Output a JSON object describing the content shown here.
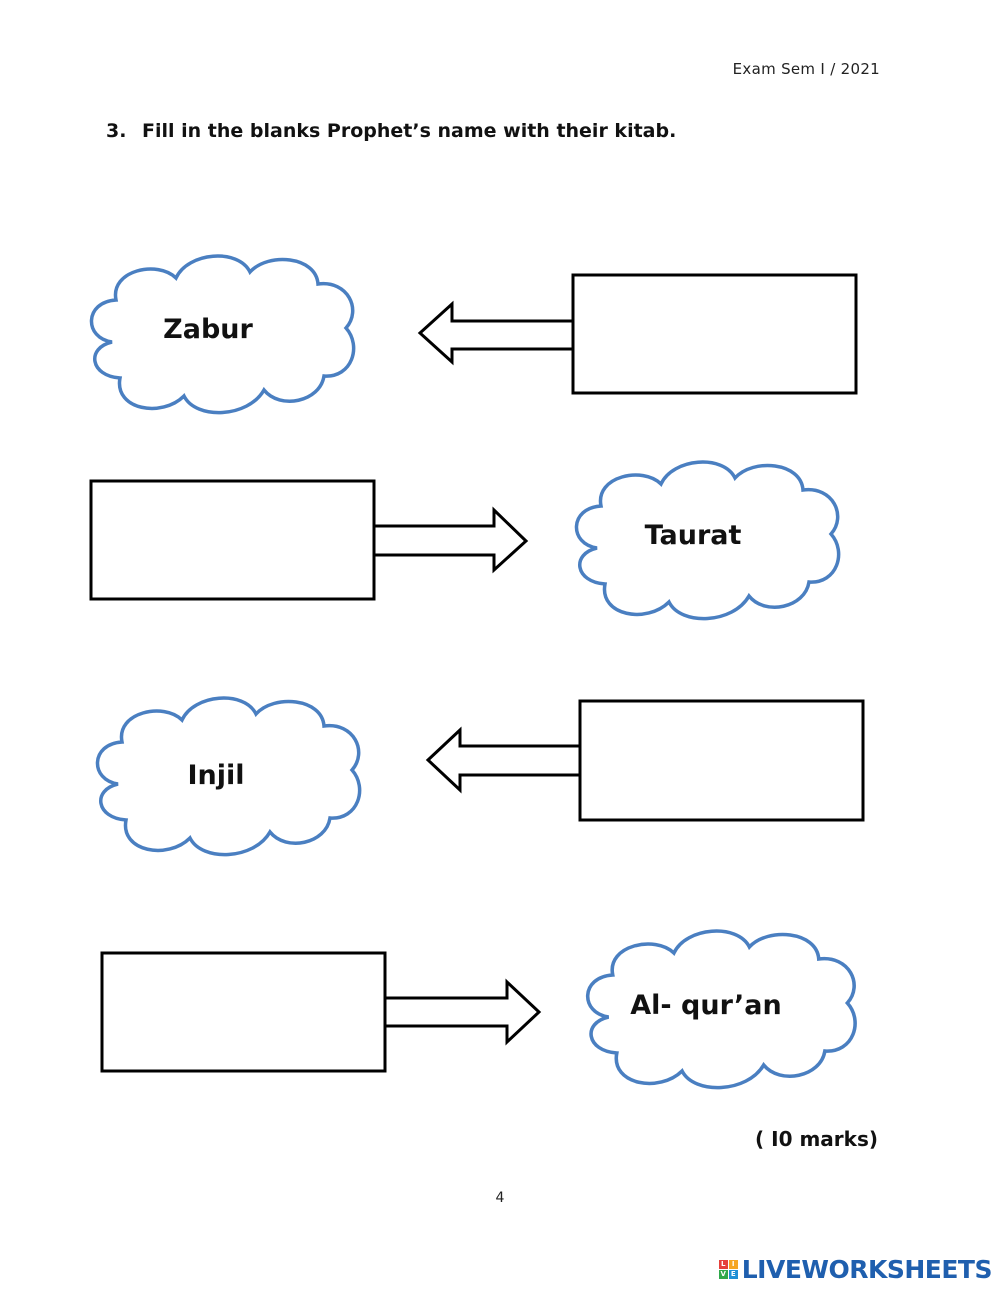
{
  "header": {
    "exam_label": "Exam Sem I / 2021"
  },
  "question": {
    "number": "3.",
    "text": "Fill in the blanks Prophet’s name with their kitab."
  },
  "pairs": [
    {
      "kitab": "Zabur",
      "answer": ""
    },
    {
      "kitab": "Taurat",
      "answer": ""
    },
    {
      "kitab": "Injil",
      "answer": ""
    },
    {
      "kitab": "Al- qur’an",
      "answer": ""
    }
  ],
  "marks": "( I0  marks)",
  "page_number": "4",
  "brand": {
    "name": "LIVEWORKSHEETS",
    "logo_letters": [
      "L",
      "I",
      "V",
      "E"
    ],
    "logo_colors": [
      "#e5413b",
      "#f6a623",
      "#2ea84a",
      "#1f8fd6"
    ],
    "text_color": "#1f5fae"
  },
  "colors": {
    "cloud_outline": "#4a7fc1",
    "box_outline": "#000000"
  }
}
